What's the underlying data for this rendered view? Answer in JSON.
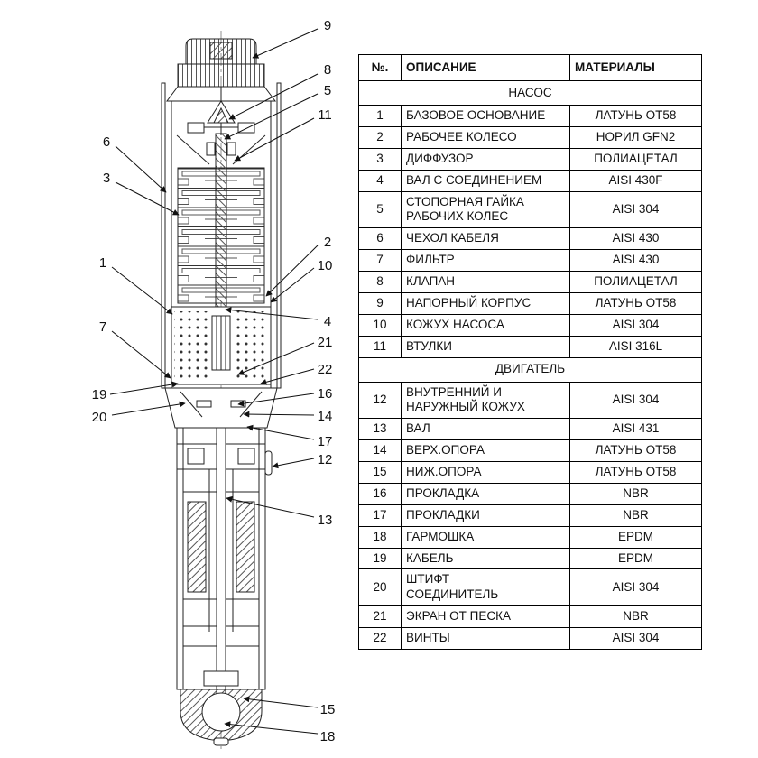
{
  "table": {
    "headers": {
      "num": "№.",
      "desc": "ОПИСАНИЕ",
      "mat": "МАТЕРИАЛЫ"
    },
    "sections": [
      {
        "title": "НАСОС",
        "rows": [
          {
            "num": "1",
            "desc": "БАЗОВОЕ ОСНОВАНИЕ",
            "mat": "ЛАТУНЬ OT58"
          },
          {
            "num": "2",
            "desc": "РАБОЧЕЕ КОЛЕСО",
            "mat": "НОРИЛ GFN2"
          },
          {
            "num": "3",
            "desc": "ДИФФУЗОР",
            "mat": "ПОЛИАЦЕТАЛ"
          },
          {
            "num": "4",
            "desc": "ВАЛ С СОЕДИНЕНИЕМ",
            "mat": "AISI 430F"
          },
          {
            "num": "5",
            "desc": "СТОПОРНАЯ ГАЙКА\nРАБОЧИХ КОЛЕС",
            "mat": "AISI 304"
          },
          {
            "num": "6",
            "desc": "ЧЕХОЛ КАБЕЛЯ",
            "mat": "AISI 430"
          },
          {
            "num": "7",
            "desc": "ФИЛЬТР",
            "mat": "AISI 430"
          },
          {
            "num": "8",
            "desc": "КЛАПАН",
            "mat": "ПОЛИАЦЕТАЛ"
          },
          {
            "num": "9",
            "desc": "НАПОРНЫЙ КОРПУС",
            "mat": "ЛАТУНЬ OT58"
          },
          {
            "num": "10",
            "desc": "КОЖУХ НАСОСА",
            "mat": "AISI 304"
          },
          {
            "num": "11",
            "desc": "ВТУЛКИ",
            "mat": "AISI 316L"
          }
        ]
      },
      {
        "title": "ДВИГАТЕЛЬ",
        "rows": [
          {
            "num": "12",
            "desc": "ВНУТРЕННИЙ И\nНАРУЖНЫЙ КОЖУХ",
            "mat": "AISI 304"
          },
          {
            "num": "13",
            "desc": "ВАЛ",
            "mat": "AISI 431"
          },
          {
            "num": "14",
            "desc": "ВЕРХ.ОПОРА",
            "mat": "ЛАТУНЬ OT58"
          },
          {
            "num": "15",
            "desc": "НИЖ.ОПОРА",
            "mat": "ЛАТУНЬ OT58"
          },
          {
            "num": "16",
            "desc": "ПРОКЛАДКА",
            "mat": "NBR"
          },
          {
            "num": "17",
            "desc": "ПРОКЛАДКИ",
            "mat": "NBR"
          },
          {
            "num": "18",
            "desc": "ГАРМОШКА",
            "mat": "EPDM"
          },
          {
            "num": "19",
            "desc": "КАБЕЛЬ",
            "mat": "EPDM"
          },
          {
            "num": "20",
            "desc": "ШТИФТ\nСОЕДИНИТЕЛЬ",
            "mat": "AISI 304"
          },
          {
            "num": "21",
            "desc": "ЭКРАН ОТ ПЕСКА",
            "mat": "NBR"
          },
          {
            "num": "22",
            "desc": "ВИНТЫ",
            "mat": "AISI 304"
          }
        ]
      }
    ]
  },
  "diagram": {
    "callouts": [
      {
        "label": "9"
      },
      {
        "label": "8"
      },
      {
        "label": "5"
      },
      {
        "label": "11"
      },
      {
        "label": "6"
      },
      {
        "label": "3"
      },
      {
        "label": "1"
      },
      {
        "label": "7"
      },
      {
        "label": "19"
      },
      {
        "label": "20"
      },
      {
        "label": "2"
      },
      {
        "label": "10"
      },
      {
        "label": "4"
      },
      {
        "label": "21"
      },
      {
        "label": "22"
      },
      {
        "label": "16"
      },
      {
        "label": "14"
      },
      {
        "label": "17"
      },
      {
        "label": "12"
      },
      {
        "label": "13"
      },
      {
        "label": "15"
      },
      {
        "label": "18"
      }
    ]
  }
}
